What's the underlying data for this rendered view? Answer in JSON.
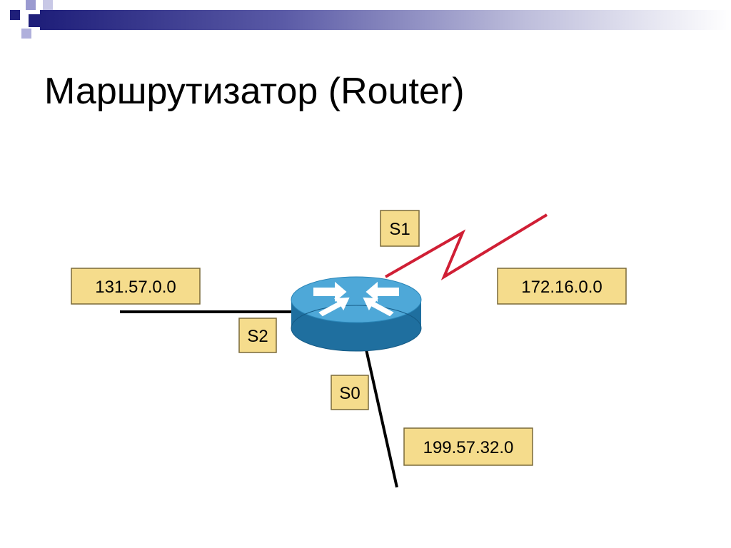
{
  "slide": {
    "title": "Маршрутизатор (Router)"
  },
  "diagram": {
    "device": "router-icon",
    "ports": [
      "S1",
      "S2",
      "S0"
    ],
    "networks": [
      "131.57.0.0",
      "172.16.0.0",
      "199.57.32.0"
    ],
    "colors": {
      "serial_link_s1": "#d01f35",
      "wired_link": "#000000",
      "label_fill": "#f5dc8c",
      "label_border": "#7a6a3a",
      "router_body": "#1f6f9f",
      "router_top": "#4ea8d8",
      "title_bar": "#1f1f7a"
    }
  }
}
